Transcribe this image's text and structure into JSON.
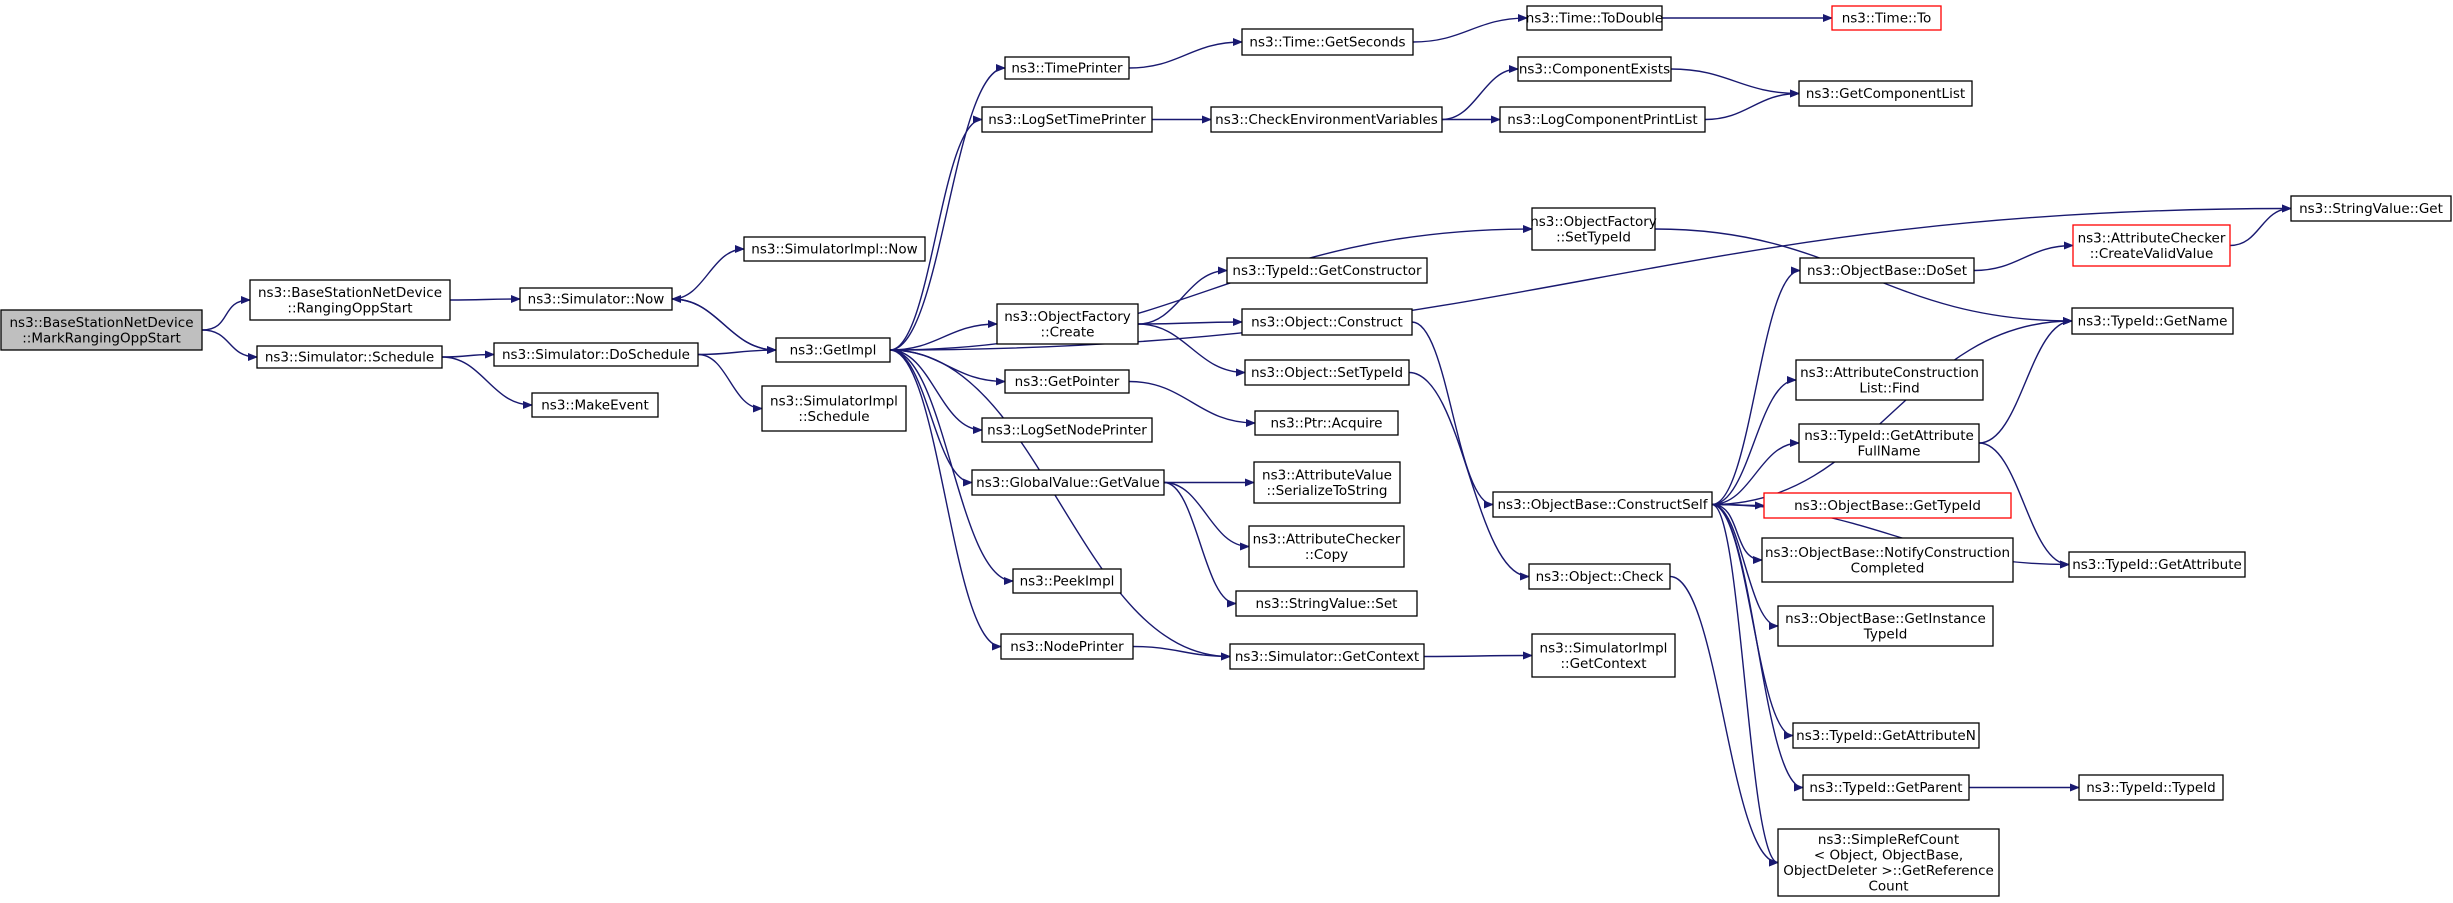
{
  "graph": {
    "colors": {
      "edge": "#191970",
      "root_fill": "#bfbfbf",
      "highlight_border": "#ff0000"
    },
    "nodes": [
      {
        "id": "root",
        "lines": [
          "ns3::BaseStationNetDevice",
          "::MarkRangingOppStart"
        ],
        "style": "root"
      },
      {
        "id": "ranging",
        "lines": [
          "ns3::BaseStationNetDevice",
          "::RangingOppStart"
        ]
      },
      {
        "id": "schedule",
        "lines": [
          "ns3::Simulator::Schedule"
        ]
      },
      {
        "id": "now",
        "lines": [
          "ns3::Simulator::Now"
        ]
      },
      {
        "id": "doschedule",
        "lines": [
          "ns3::Simulator::DoSchedule"
        ]
      },
      {
        "id": "makeevent",
        "lines": [
          "ns3::MakeEvent"
        ]
      },
      {
        "id": "simimplnow",
        "lines": [
          "ns3::SimulatorImpl::Now"
        ]
      },
      {
        "id": "getimpl",
        "lines": [
          "ns3::GetImpl"
        ]
      },
      {
        "id": "simimplschedule",
        "lines": [
          "ns3::SimulatorImpl",
          "::Schedule"
        ]
      },
      {
        "id": "timeprinter",
        "lines": [
          "ns3::TimePrinter"
        ]
      },
      {
        "id": "logsettimeprinter",
        "lines": [
          "ns3::LogSetTimePrinter"
        ]
      },
      {
        "id": "objfactcreate",
        "lines": [
          "ns3::ObjectFactory",
          "::Create"
        ]
      },
      {
        "id": "getpointer",
        "lines": [
          "ns3::GetPointer"
        ]
      },
      {
        "id": "logsetnodeprinter",
        "lines": [
          "ns3::LogSetNodePrinter"
        ]
      },
      {
        "id": "gvgetvalue",
        "lines": [
          "ns3::GlobalValue::GetValue"
        ]
      },
      {
        "id": "peekimpl",
        "lines": [
          "ns3::PeekImpl"
        ]
      },
      {
        "id": "nodeprinter",
        "lines": [
          "ns3::NodePrinter"
        ]
      },
      {
        "id": "timegetseconds",
        "lines": [
          "ns3::Time::GetSeconds"
        ]
      },
      {
        "id": "checkenv",
        "lines": [
          "ns3::CheckEnvironmentVariables"
        ]
      },
      {
        "id": "tigetconstructor",
        "lines": [
          "ns3::TypeId::GetConstructor"
        ]
      },
      {
        "id": "objconstruct",
        "lines": [
          "ns3::Object::Construct"
        ]
      },
      {
        "id": "objsettypeid",
        "lines": [
          "ns3::Object::SetTypeId"
        ]
      },
      {
        "id": "ptracquire",
        "lines": [
          "ns3::Ptr::Acquire"
        ]
      },
      {
        "id": "avserialize",
        "lines": [
          "ns3::AttributeValue",
          "::SerializeToString"
        ]
      },
      {
        "id": "accopy",
        "lines": [
          "ns3::AttributeChecker",
          "::Copy"
        ]
      },
      {
        "id": "svset",
        "lines": [
          "ns3::StringValue::Set"
        ]
      },
      {
        "id": "simgetcontext",
        "lines": [
          "ns3::Simulator::GetContext"
        ]
      },
      {
        "id": "timetodouble",
        "lines": [
          "ns3::Time::ToDouble"
        ]
      },
      {
        "id": "compexists",
        "lines": [
          "ns3::ComponentExists"
        ]
      },
      {
        "id": "logcompprint",
        "lines": [
          "ns3::LogComponentPrintList"
        ]
      },
      {
        "id": "ofsettypeid",
        "lines": [
          "ns3::ObjectFactory",
          "::SetTypeId"
        ]
      },
      {
        "id": "obconstructself",
        "lines": [
          "ns3::ObjectBase::ConstructSelf"
        ]
      },
      {
        "id": "objcheck",
        "lines": [
          "ns3::Object::Check"
        ]
      },
      {
        "id": "simimplgetcontext",
        "lines": [
          "ns3::SimulatorImpl",
          "::GetContext"
        ]
      },
      {
        "id": "timeto",
        "lines": [
          "ns3::Time::To"
        ],
        "style": "red"
      },
      {
        "id": "getcomplist",
        "lines": [
          "ns3::GetComponentList"
        ]
      },
      {
        "id": "obdoset",
        "lines": [
          "ns3::ObjectBase::DoSet"
        ]
      },
      {
        "id": "acfind",
        "lines": [
          "ns3::AttributeConstruction",
          "List::Find"
        ]
      },
      {
        "id": "tigetattrfullname",
        "lines": [
          "ns3::TypeId::GetAttribute",
          "FullName"
        ]
      },
      {
        "id": "obgettypeid",
        "lines": [
          "ns3::ObjectBase::GetTypeId"
        ],
        "style": "red"
      },
      {
        "id": "obnotify",
        "lines": [
          "ns3::ObjectBase::NotifyConstruction",
          "Completed"
        ]
      },
      {
        "id": "obgetinstance",
        "lines": [
          "ns3::ObjectBase::GetInstance",
          "TypeId"
        ]
      },
      {
        "id": "tigetattrn",
        "lines": [
          "ns3::TypeId::GetAttributeN"
        ]
      },
      {
        "id": "tigetparent",
        "lines": [
          "ns3::TypeId::GetParent"
        ]
      },
      {
        "id": "simplerefcount",
        "lines": [
          "ns3::SimpleRefCount",
          "< Object, ObjectBase,",
          "ObjectDeleter >::GetReference",
          "Count"
        ]
      },
      {
        "id": "accreatevalid",
        "lines": [
          "ns3::AttributeChecker",
          "::CreateValidValue"
        ],
        "style": "red"
      },
      {
        "id": "tigetname",
        "lines": [
          "ns3::TypeId::GetName"
        ]
      },
      {
        "id": "tigetattr",
        "lines": [
          "ns3::TypeId::GetAttribute"
        ]
      },
      {
        "id": "titypeid",
        "lines": [
          "ns3::TypeId::TypeId"
        ]
      },
      {
        "id": "svget",
        "lines": [
          "ns3::StringValue::Get"
        ]
      }
    ],
    "edges": [
      [
        "root",
        "ranging"
      ],
      [
        "root",
        "schedule"
      ],
      [
        "ranging",
        "now"
      ],
      [
        "schedule",
        "doschedule"
      ],
      [
        "schedule",
        "makeevent"
      ],
      [
        "now",
        "simimplnow"
      ],
      [
        "now",
        "getimpl"
      ],
      [
        "doschedule",
        "getimpl"
      ],
      [
        "doschedule",
        "simimplschedule"
      ],
      [
        "getimpl",
        "now"
      ],
      [
        "getimpl",
        "timeprinter"
      ],
      [
        "getimpl",
        "logsettimeprinter"
      ],
      [
        "getimpl",
        "svget"
      ],
      [
        "getimpl",
        "ofsettypeid"
      ],
      [
        "getimpl",
        "objfactcreate"
      ],
      [
        "getimpl",
        "getpointer"
      ],
      [
        "getimpl",
        "logsetnodeprinter"
      ],
      [
        "getimpl",
        "gvgetvalue"
      ],
      [
        "getimpl",
        "peekimpl"
      ],
      [
        "getimpl",
        "nodeprinter"
      ],
      [
        "getimpl",
        "simgetcontext"
      ],
      [
        "timeprinter",
        "timegetseconds"
      ],
      [
        "timegetseconds",
        "timetodouble"
      ],
      [
        "timetodouble",
        "timeto"
      ],
      [
        "logsettimeprinter",
        "checkenv"
      ],
      [
        "checkenv",
        "compexists"
      ],
      [
        "checkenv",
        "logcompprint"
      ],
      [
        "compexists",
        "getcomplist"
      ],
      [
        "logcompprint",
        "getcomplist"
      ],
      [
        "ofsettypeid",
        "tigetname"
      ],
      [
        "objfactcreate",
        "tigetconstructor"
      ],
      [
        "objfactcreate",
        "objconstruct"
      ],
      [
        "objfactcreate",
        "objsettypeid"
      ],
      [
        "objconstruct",
        "obconstructself"
      ],
      [
        "objsettypeid",
        "objcheck"
      ],
      [
        "getpointer",
        "ptracquire"
      ],
      [
        "gvgetvalue",
        "avserialize"
      ],
      [
        "gvgetvalue",
        "accopy"
      ],
      [
        "gvgetvalue",
        "svset"
      ],
      [
        "nodeprinter",
        "simgetcontext"
      ],
      [
        "simgetcontext",
        "simimplgetcontext"
      ],
      [
        "objcheck",
        "simplerefcount"
      ],
      [
        "obconstructself",
        "obdoset"
      ],
      [
        "obconstructself",
        "tigetname"
      ],
      [
        "obconstructself",
        "acfind"
      ],
      [
        "obconstructself",
        "tigetattrfullname"
      ],
      [
        "obconstructself",
        "obgettypeid"
      ],
      [
        "obconstructself",
        "obnotify"
      ],
      [
        "obconstructself",
        "obgetinstance"
      ],
      [
        "obconstructself",
        "tigetattr"
      ],
      [
        "obconstructself",
        "tigetattrn"
      ],
      [
        "obconstructself",
        "tigetparent"
      ],
      [
        "obconstructself",
        "simplerefcount"
      ],
      [
        "obdoset",
        "accreatevalid"
      ],
      [
        "accreatevalid",
        "svget"
      ],
      [
        "tigetattrfullname",
        "tigetname"
      ],
      [
        "tigetattrfullname",
        "tigetattr"
      ],
      [
        "tigetparent",
        "titypeid"
      ]
    ]
  }
}
